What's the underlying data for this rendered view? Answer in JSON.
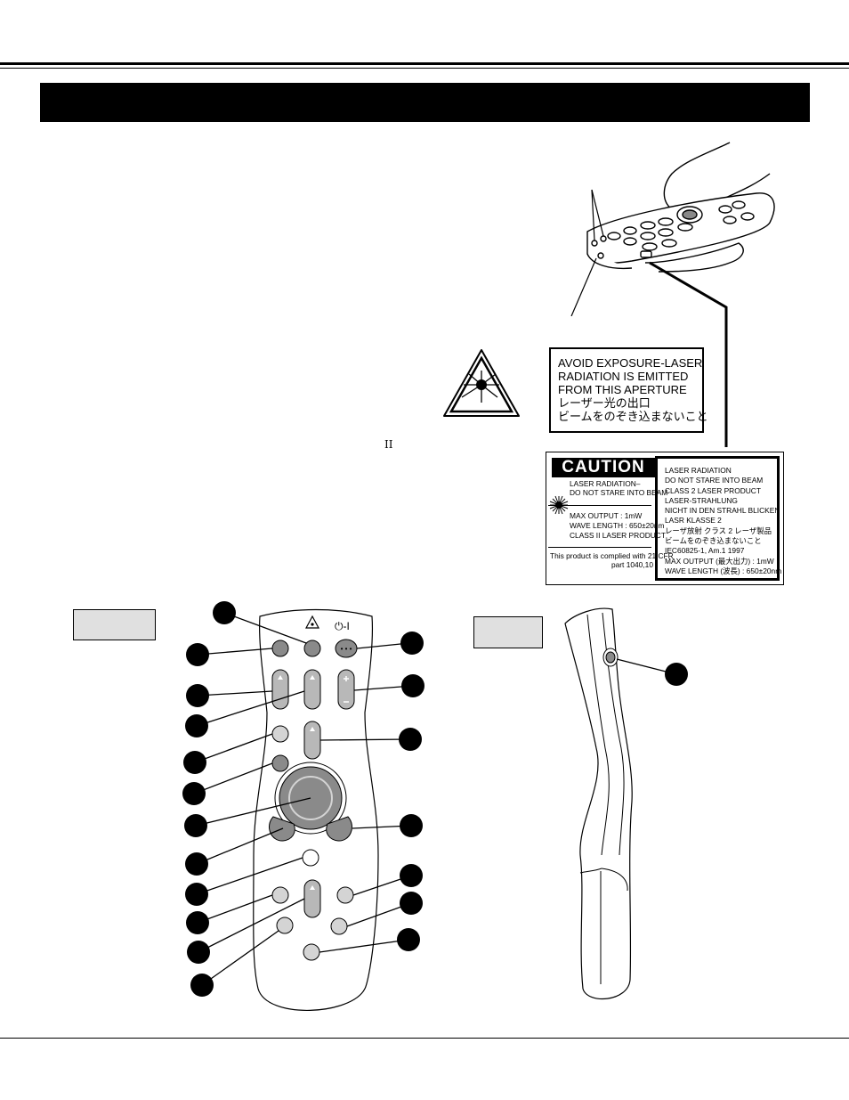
{
  "warning_label": {
    "lines": [
      "AVOID EXPOSURE-LASER",
      "RADIATION IS EMITTED",
      "FROM THIS APERTURE",
      "レーザー光の出口",
      "ビームをのぞき込まないこと"
    ]
  },
  "caution_label": {
    "title": "CAUTION",
    "left_lines": [
      "LASER RADIATION–",
      "DO NOT STARE INTO BEAM"
    ],
    "spec_lines": [
      "MAX OUTPUT : 1mW",
      "WAVE LENGTH : 650±20nm",
      "CLASS II LASER PRODUCT"
    ],
    "compliance_lines": [
      "This product is complied with 21 CFR",
      "part 1040,10"
    ],
    "right_lines": [
      "LASER RADIATION",
      "DO NOT STARE INTO BEAM",
      "CLASS 2 LASER PRODUCT",
      "LASER-STRAHLUNG",
      "NICHT IN DEN STRAHL BLICKEN",
      "LASR KLASSE 2",
      "レーザ放射 クラス 2 レーザ製品",
      "ビームをのぞき込まないこと",
      "IEC60825-1, Am.1 1997",
      "MAX OUTPUT (最大出力) : 1mW",
      "WAVE LENGTH (波長) : 650±20nm"
    ]
  },
  "roman_numeral": "II",
  "remote_front": {
    "power_symbol": "⏻-I",
    "dots_label": "• • •"
  },
  "icons": {
    "laser_warning": "laser-warning-triangle-icon",
    "laser_symbol": "laser-starburst-icon",
    "power": "power-icon"
  },
  "colors": {
    "header_bar": "#000000",
    "label_box": "#e0e0e0",
    "button_dark": "#8a8a8a",
    "button_medium": "#b8b8b8",
    "button_light": "#d4d4d4"
  }
}
